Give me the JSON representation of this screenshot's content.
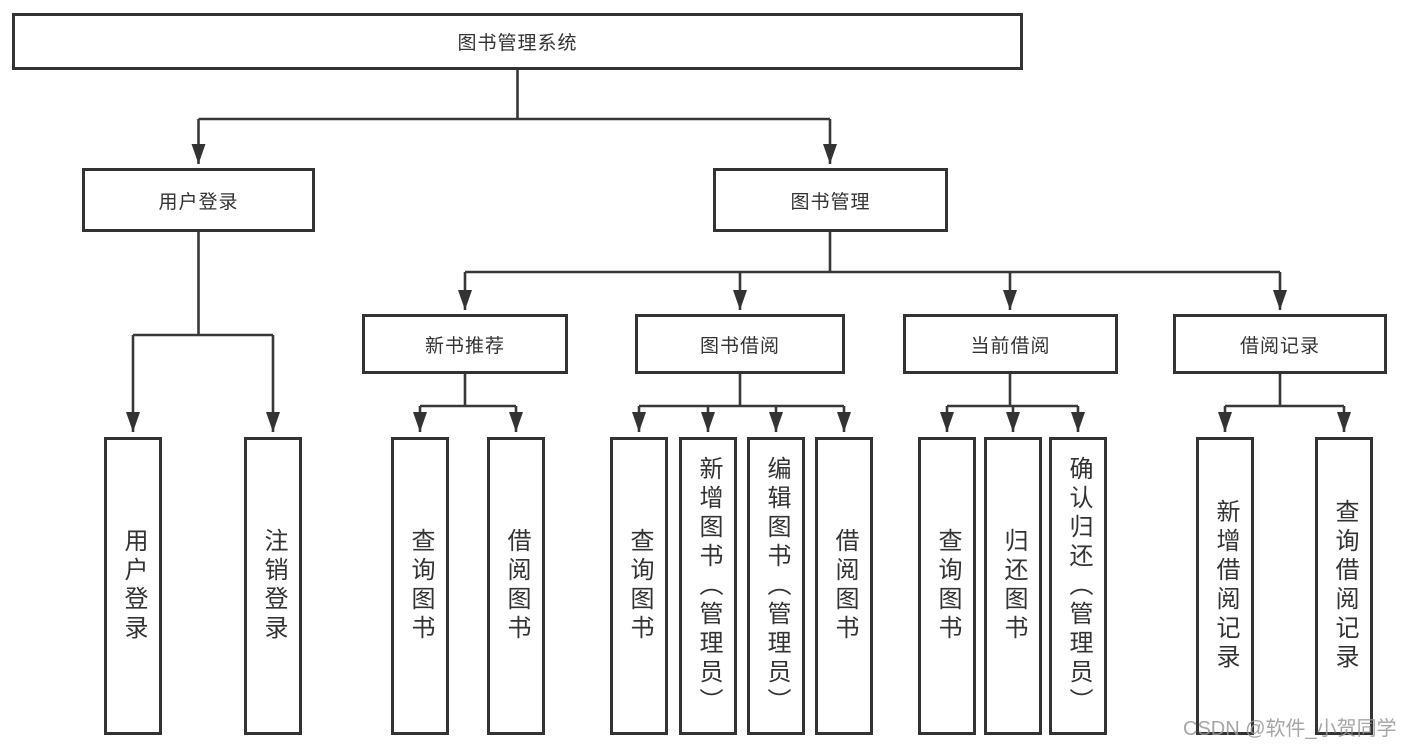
{
  "tree": {
    "root": "图书管理系统",
    "children": [
      {
        "label": "用户登录",
        "children": [
          {
            "label": "用户登录"
          },
          {
            "label": "注销登录"
          }
        ]
      },
      {
        "label": "图书管理",
        "children": [
          {
            "label": "新书推荐",
            "children": [
              {
                "label": "查询图书"
              },
              {
                "label": "借阅图书"
              }
            ]
          },
          {
            "label": "图书借阅",
            "children": [
              {
                "label": "查询图书"
              },
              {
                "label": "新增图书（管理员）"
              },
              {
                "label": "编辑图书（管理员）"
              },
              {
                "label": "借阅图书"
              }
            ]
          },
          {
            "label": "当前借阅",
            "children": [
              {
                "label": "查询图书"
              },
              {
                "label": "归还图书"
              },
              {
                "label": "确认归还（管理员）"
              }
            ]
          },
          {
            "label": "借阅记录",
            "children": [
              {
                "label": "新增借阅记录"
              },
              {
                "label": "查询借阅记录"
              }
            ]
          }
        ]
      }
    ]
  },
  "watermark": "CSDN @软件_小贺同学",
  "colors": {
    "box_border": "#333333",
    "connector_line": "#383838",
    "text": "#333333",
    "watermark": "#969696",
    "background": "#ffffff"
  }
}
